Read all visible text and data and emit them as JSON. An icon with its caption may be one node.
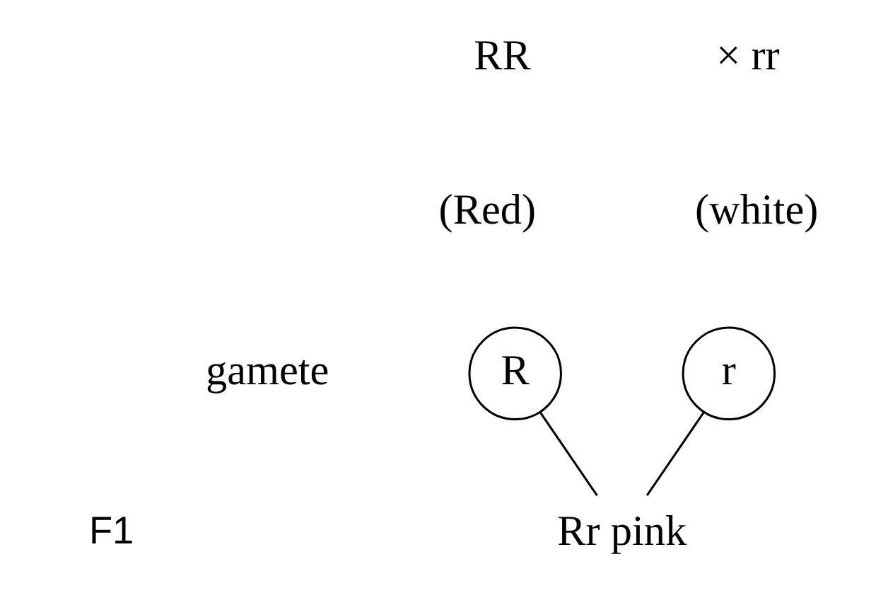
{
  "diagram": {
    "nodes": [
      {
        "text": [
          "R"
        ]
      },
      {
        "text": [
          "r"
        ]
      },
      {
        "text": [
          "Rr pink"
        ]
      }
    ],
    "edges": [
      {
        "from": 0,
        "to": 2,
        "arrow": "none"
      },
      {
        "from": 1,
        "to": 2,
        "arrow": "none"
      }
    ],
    "labels": [
      "RR",
      "× rr",
      "(Red)",
      "(white)",
      "gamete",
      "F1"
    ]
  }
}
